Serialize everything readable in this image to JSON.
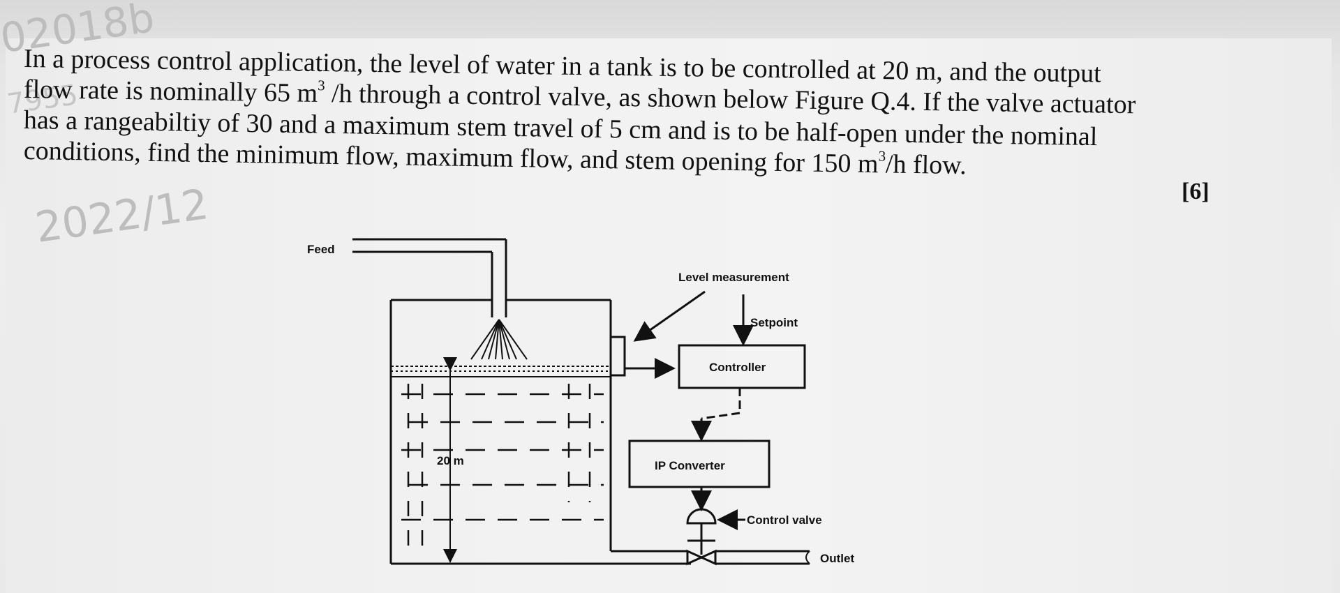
{
  "watermark": {
    "line1": "02018b",
    "line2": "7955",
    "line3": "2022/12"
  },
  "question": {
    "line1": "In a process control application, the level of water in a tank is to be controlled at 20 m, and the output",
    "line2_a": "flow rate is nominally 65 m",
    "line2_sup": "3",
    "line2_b": " /h through a control valve, as shown below Figure Q.4. If the valve actuator",
    "line3": "has a rangeabiltiy of 30 and a maximum stem travel of 5 cm and is to be half-open under the nominal",
    "line4_a": "conditions, find the minimum flow, maximum flow, and stem opening for 150 m",
    "line4_sup": "3",
    "line4_b": "/h flow.",
    "marks": "[6]"
  },
  "diagram": {
    "feed_label": "Feed",
    "level_measurement_label": "Level measurement",
    "setpoint_label": "Setpoint",
    "controller_label": "Controller",
    "height_label": "20 m",
    "ip_converter_label": "IP Converter",
    "control_valve_label": "Control valve",
    "outlet_label": "Outlet"
  }
}
